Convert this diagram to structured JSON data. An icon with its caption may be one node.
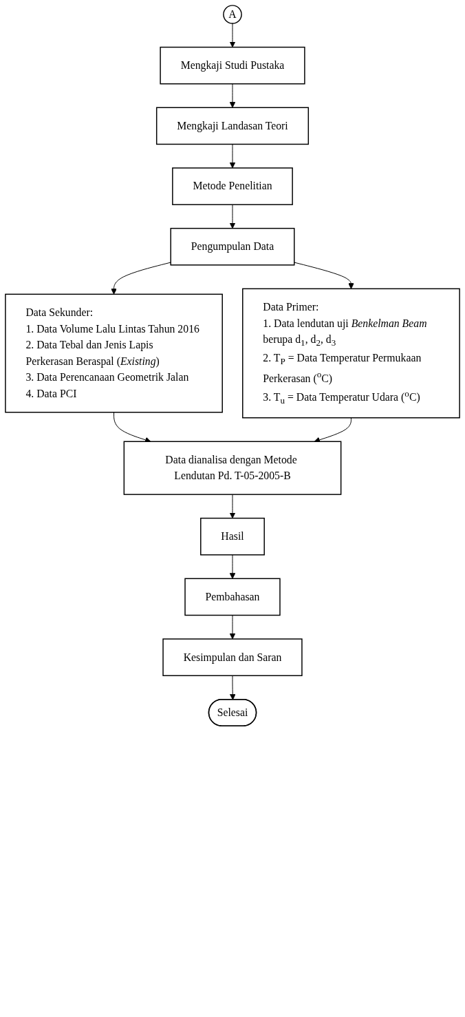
{
  "diagram": {
    "nodes": [
      {
        "text": [
          "A"
        ]
      },
      {
        "text": [
          "Mengkaji Studi Pustaka"
        ]
      },
      {
        "text": [
          "Mengkaji Landasan Teori"
        ]
      },
      {
        "text": [
          "Metode Penelitian"
        ]
      },
      {
        "text": [
          "Pengumpulan Data"
        ]
      },
      {
        "text": [
          "Data Sekunder:",
          "1. Data Volume Lalu Lintas Tahun 2016",
          "2. Data Tebal dan Jenis Lapis Perkerasan Beraspal (*Existing*)",
          "3. Data Perencanaan Geometrik Jalan",
          "4. Data PCI"
        ]
      },
      {
        "text": [
          "Data Primer:",
          "1. Data lendutan uji *Benkelman Beam* berupa d$_{1}$, d$_{2}$, d$_{3}$",
          "2. T$_{P}$ = Data Temperatur Permukaan Perkerasan ($^{o}$C)",
          "3. T$_{u}$ = Data Temperatur Udara ($^{o}$C)"
        ]
      },
      {
        "text": [
          "Data dianalisa dengan Metode Lendutan Pd. T-05-2005-B"
        ]
      },
      {
        "text": [
          "Hasil"
        ]
      },
      {
        "text": [
          "Pembahasan"
        ]
      },
      {
        "text": [
          "Kesimpulan dan Saran"
        ]
      },
      {
        "text": [
          "Selesai"
        ]
      }
    ],
    "edges": [
      {
        "from": 0,
        "to": 1,
        "arrow": "to"
      },
      {
        "from": 1,
        "to": 2,
        "arrow": "to"
      },
      {
        "from": 2,
        "to": 3,
        "arrow": "to"
      },
      {
        "from": 3,
        "to": 4,
        "arrow": "to"
      },
      {
        "from": 4,
        "to": 5,
        "arrow": "to"
      },
      {
        "from": 4,
        "to": 6,
        "arrow": "to"
      },
      {
        "from": 5,
        "to": 7,
        "arrow": "to"
      },
      {
        "from": 6,
        "to": 7,
        "arrow": "to"
      },
      {
        "from": 7,
        "to": 8,
        "arrow": "to"
      },
      {
        "from": 8,
        "to": 9,
        "arrow": "to"
      },
      {
        "from": 9,
        "to": 10,
        "arrow": "to"
      },
      {
        "from": 10,
        "to": 11,
        "arrow": "to"
      }
    ]
  }
}
